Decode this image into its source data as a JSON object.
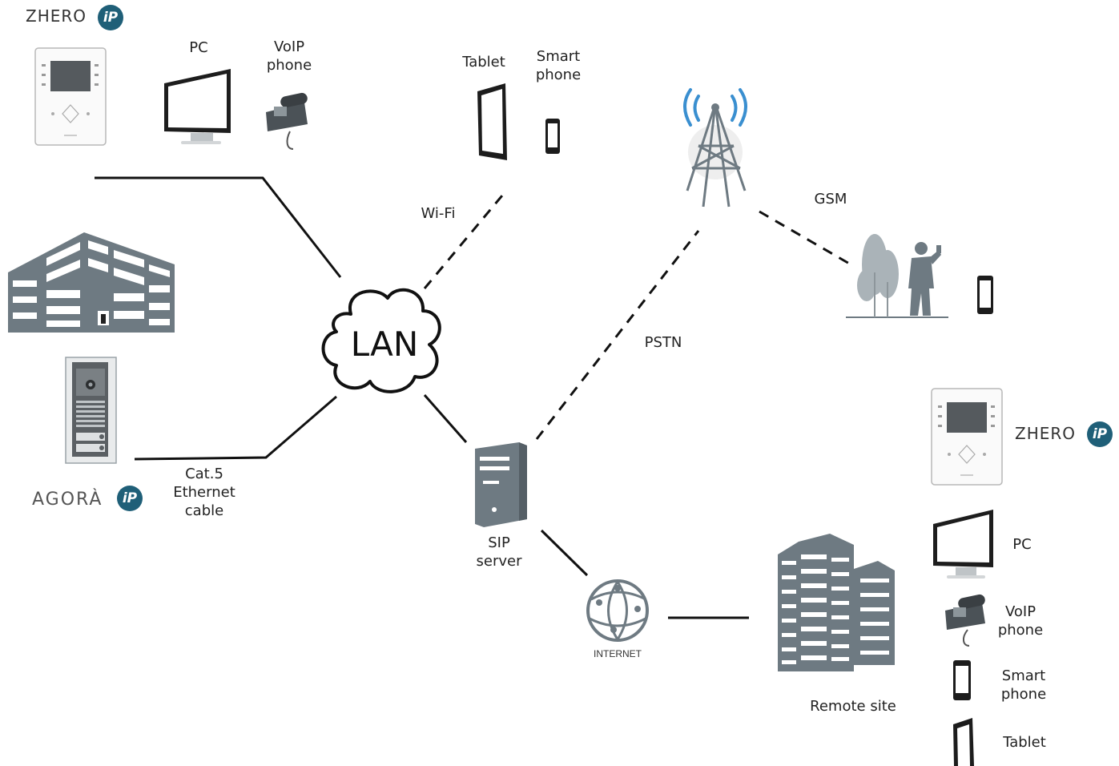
{
  "logos": {
    "zhero_top": {
      "text": "ZHERO",
      "badge": "iP"
    },
    "zhero_right": {
      "text": "ZHERO",
      "badge": "iP"
    },
    "agora": {
      "text": "AGORÀ",
      "badge": "iP"
    }
  },
  "labels": {
    "pc_top": "PC",
    "voip_top_1": "VoIP",
    "voip_top_2": "phone",
    "tablet_top": "Tablet",
    "smartphone_top_1": "Smart",
    "smartphone_top_2": "phone",
    "wifi": "Wi-Fi",
    "gsm": "GSM",
    "pstn": "PSTN",
    "lan": "LAN",
    "cable_1": "Cat.5",
    "cable_2": "Ethernet",
    "cable_3": "cable",
    "sip_1": "SIP",
    "sip_2": "server",
    "internet": "INTERNET",
    "remote_site": "Remote site",
    "pc_right": "PC",
    "voip_right_1": "VoIP",
    "voip_right_2": "phone",
    "smartphone_right_1": "Smart",
    "smartphone_right_2": "phone",
    "tablet_right": "Tablet"
  },
  "colors": {
    "line": "#111111",
    "building": "#6e7a82",
    "building_light": "#9aa4aa",
    "brand_badge": "#1f5f78",
    "signal": "#3a8fd0"
  }
}
